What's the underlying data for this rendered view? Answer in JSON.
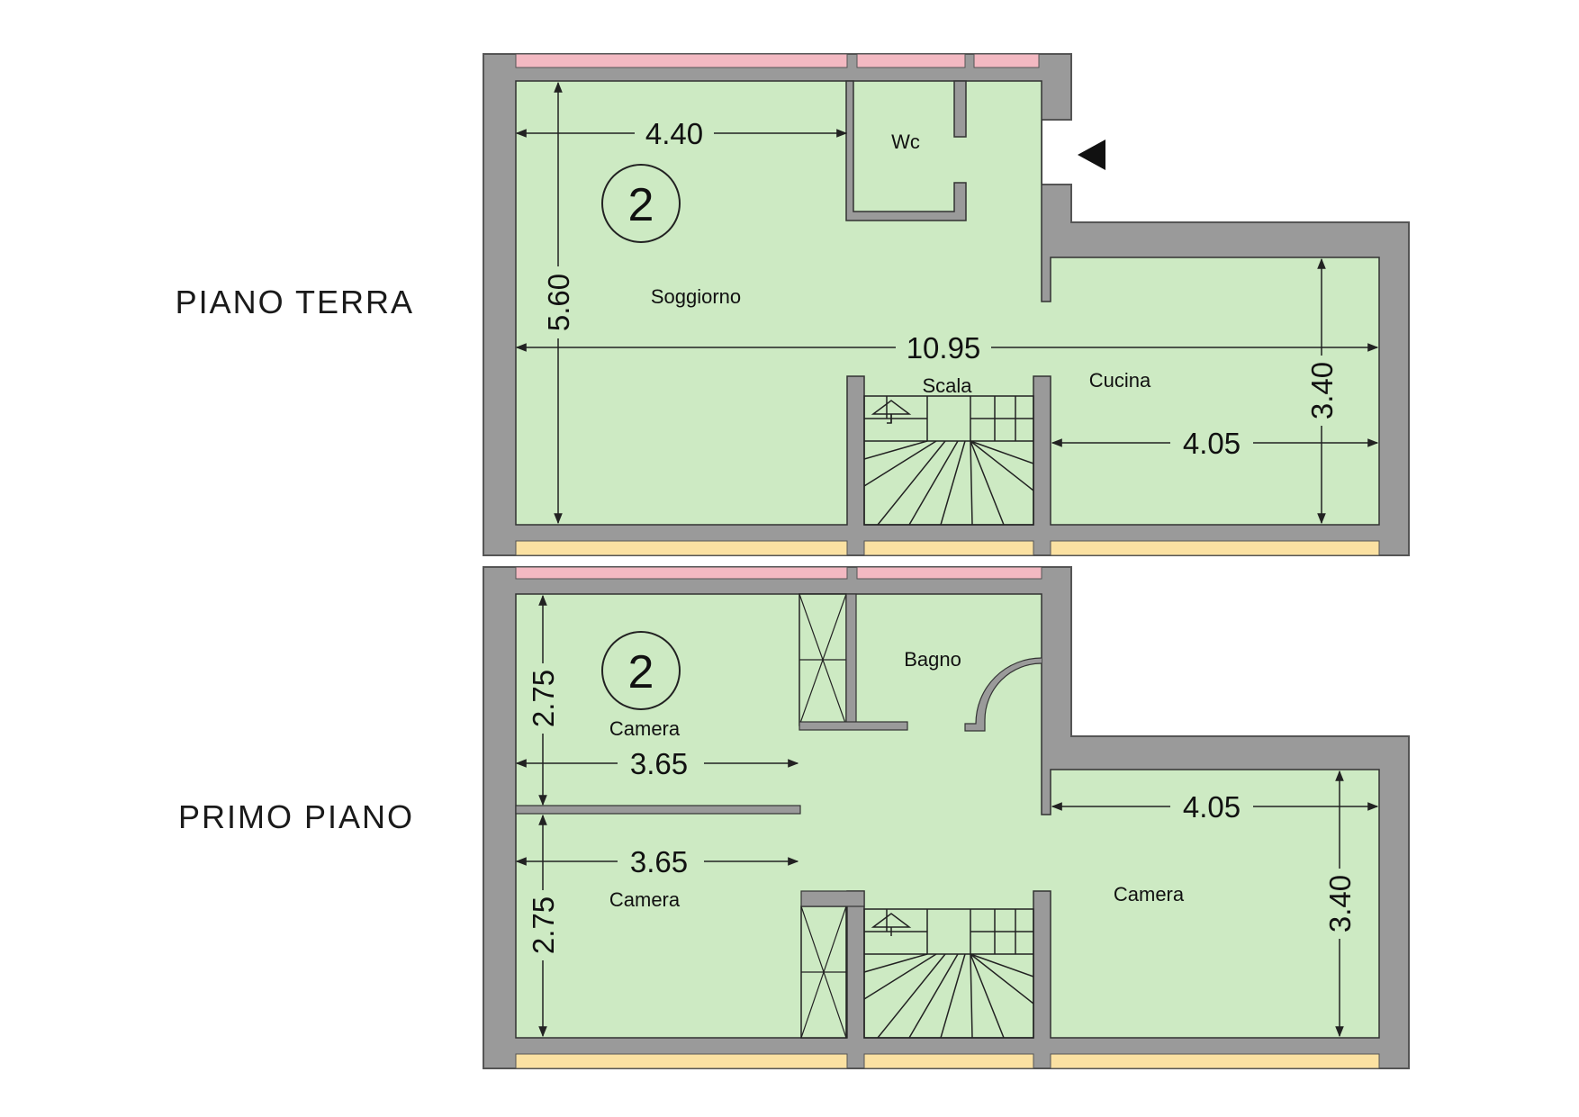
{
  "floors": {
    "ground": {
      "label": "PIANO TERRA",
      "unit_number": "2",
      "rooms": {
        "wc": "Wc",
        "soggiorno": "Soggiorno",
        "scala": "Scala",
        "cucina": "Cucina"
      },
      "dimensions": {
        "d1": "4.40",
        "d2": "5.60",
        "d3": "10.95",
        "d4": "4.05",
        "d5": "3.40"
      }
    },
    "first": {
      "label": "PRIMO PIANO",
      "unit_number": "2",
      "rooms": {
        "bagno": "Bagno",
        "camera_top": "Camera",
        "camera_bottom": "Camera",
        "camera_right": "Camera"
      },
      "dimensions": {
        "d1": "2.75",
        "d2": "3.65",
        "d3": "3.65",
        "d4": "2.75",
        "d5": "4.05",
        "d6": "3.40"
      }
    }
  },
  "colors": {
    "room": "#cdeac3",
    "wall": "#9a9a9a",
    "neighbor_top": "#f3b9c2",
    "neighbor_bottom": "#fbe1a2",
    "line": "#222222"
  }
}
